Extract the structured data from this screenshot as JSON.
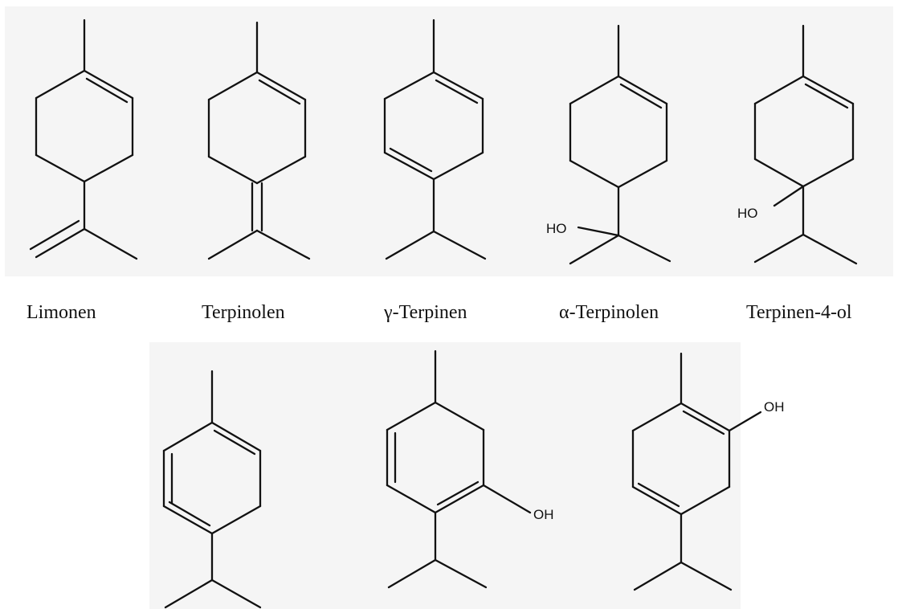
{
  "compounds": [
    {
      "name": "Limonen"
    },
    {
      "name": "Terpinolen"
    },
    {
      "name": "γ-Terpinen"
    },
    {
      "name": "α-Terpinolen"
    },
    {
      "name": "Terpinen-4-ol"
    },
    {
      "name": ""
    },
    {
      "name": ""
    },
    {
      "name": ""
    }
  ],
  "atom_labels": {
    "alpha_terpinolen_oh": "HO",
    "terpinen4ol_oh": "HO",
    "carvacrol_oh": "OH",
    "thymol_oh": "OH"
  }
}
